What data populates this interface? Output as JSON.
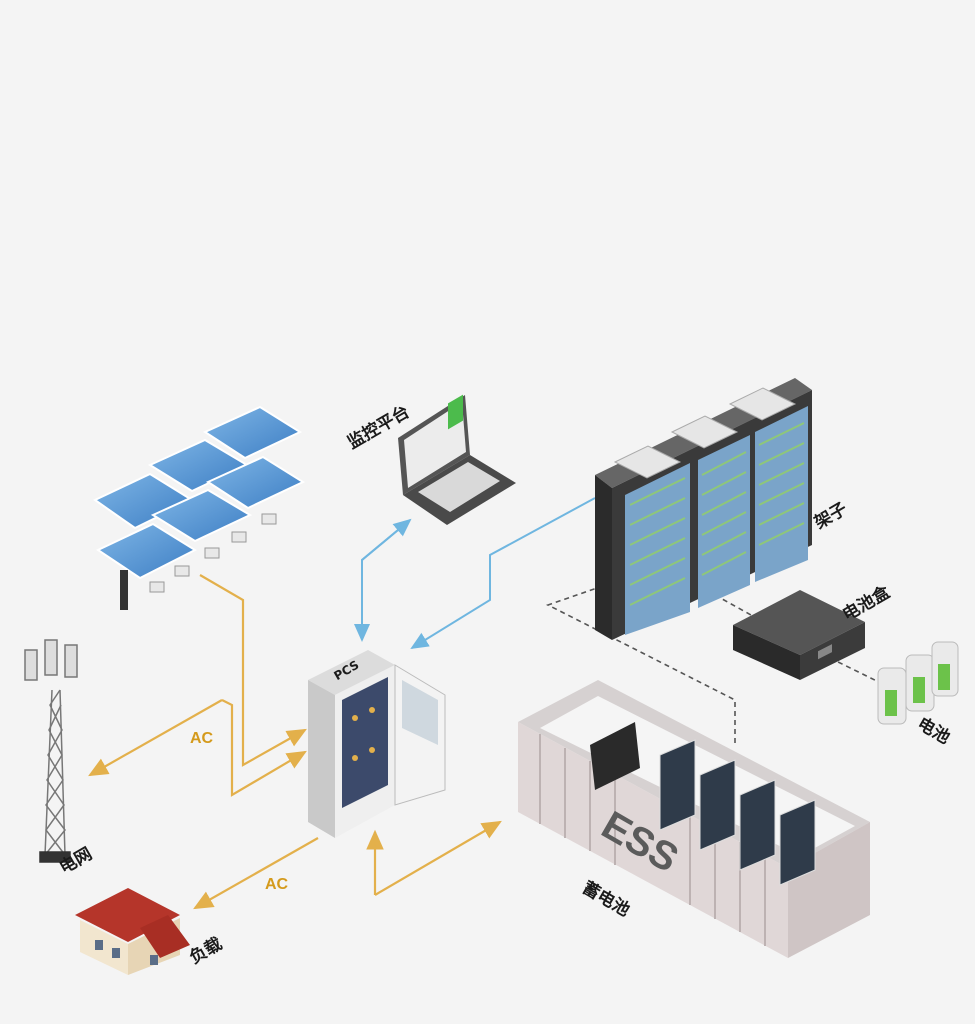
{
  "labels": {
    "monitor": "监控平台",
    "rack": "架子",
    "battery_box": "电池盒",
    "battery": "电池",
    "grid": "电网",
    "load": "负载",
    "storage": "蓄电池",
    "pcs": "PCS",
    "ess": "ESS",
    "ac_grid": "AC",
    "ac_load": "AC"
  },
  "colors": {
    "ac_line": "#e3b04b",
    "comm_line": "#6fb6e0",
    "dashed_line": "#555555",
    "background": "#f4f4f4"
  }
}
